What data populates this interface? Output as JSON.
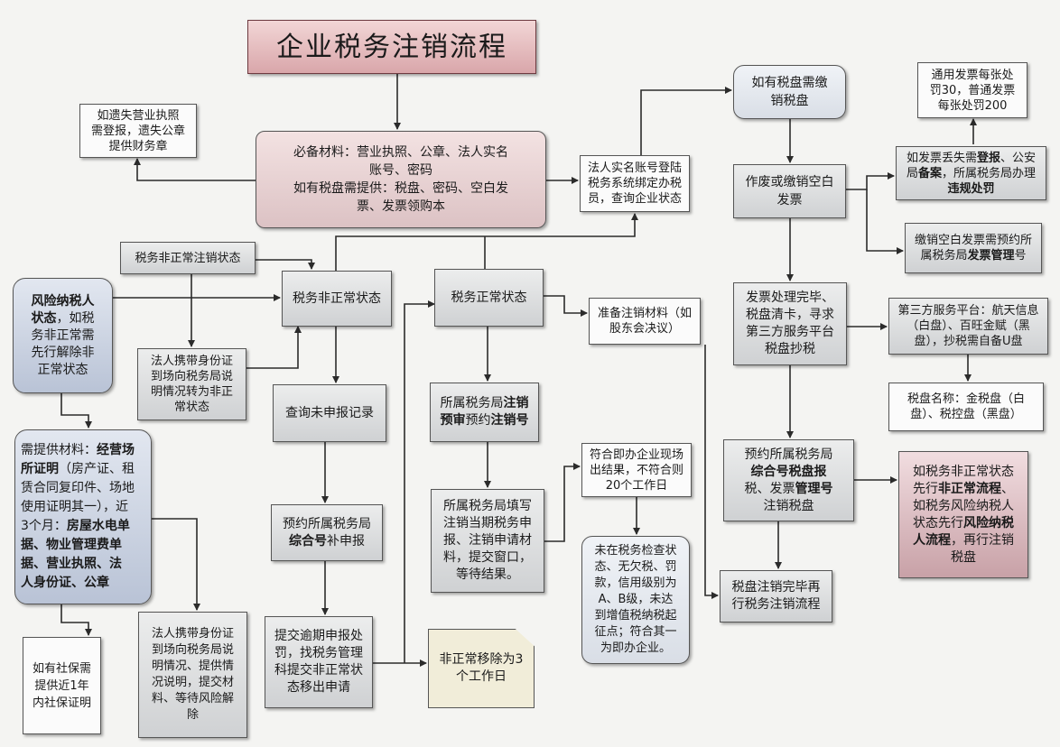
{
  "title": "企业税务注销流程",
  "nodes": {
    "lost_license": "如遗失营业执照\n需登报，遗失公章\n提供财务章",
    "materials": "必备材料：营业执照、公章、法人实名\n账号、密码\n如有税盘需提供：税盘、密码、空白发\n票、发票领购本",
    "login": "法人实名账号登陆\n税务系统绑定办税\n员，查询企业状态",
    "taxdisk_cancel": "如有税盘需缴\n销税盘",
    "fine_invoice": "通用发票每张处\n罚30，普通发票\n每张处罚200",
    "lost_invoice_a": "如发票丢失需",
    "lost_invoice_b": "登报",
    "lost_invoice_c": "、公安\n局",
    "lost_invoice_d": "备案",
    "lost_invoice_e": "，所属税务局办理\n",
    "lost_invoice_f": "违规处罚",
    "void_invoice": "作废或缴销空白\n发票",
    "blank_invoice_a": "缴销空白发票需预约所\n属税务局",
    "blank_invoice_b": "发票管理",
    "blank_invoice_c": "号",
    "abnormal_cancel": "税务非正常注销状态",
    "risk_a": "风险纳税人\n状态",
    "risk_b": "，如税\n务非正常需\n先行解除非\n正常状态",
    "abnormal": "税务非正常状态",
    "normal": "税务正常状态",
    "prepare": "准备注销材料（如\n股东会决议）",
    "invoice_done": "发票处理完毕、\n税盘清卡，寻求\n第三方服务平台\n税盘抄税",
    "third_party": "第三方服务平台：航天信息\n（白盘）、百旺金赋（黑\n盘），抄税需自备U盘",
    "legal_id_1": "法人携带身份证\n到场向税务局说\n明情况转为非正\n常状态",
    "query": "查询未申报记录",
    "pre_audit_a": "所属税务局",
    "pre_audit_b": "注销\n预审",
    "pre_audit_c": "预约",
    "pre_audit_d": "注销号",
    "disk_name": "税盘名称：金税盘（白\n盘）、税控盘（黑盘）",
    "book_a": "预约所属税务局\n",
    "book_b": "综合号税盘报",
    "book_c": "\n税、发票",
    "book_d": "管理号",
    "book_e": "\n注销税盘",
    "abnormal_first_a": "如税务非正常状态\n先行",
    "abnormal_first_b": "非正常流程",
    "abnormal_first_c": "、\n如税务风险纳税人\n状态先行",
    "abnormal_first_d": "风险纳税\n人流程",
    "abnormal_first_e": "，再行注销\n税盘",
    "provide_a": "需提供材料：",
    "provide_b": "经营场\n所证明",
    "provide_c": "（房产证、租\n赁合同复印件、场地\n使用证明其一），近\n3个月：",
    "provide_d": "房屋水电单\n据、物业管理费单\n据、营业执照、法\n人身份证、公章",
    "instant": "符合即办企业现场\n出结果，不符合则\n20个工作日",
    "fill_form": "所属税务局填写\n注销当期税务申\n报、注销申请材\n料，提交窗口，\n等待结果。",
    "comp_report_a": "预约所属税务局\n",
    "comp_report_b": "综合号",
    "comp_report_c": "补申报",
    "not_audited": "未在税务检查状\n态、无欠税、罚\n款，信用级别为\nA、B级，未达\n到增值税纳税起\n征点；符合其一\n为即办企业。",
    "disk_done": "税盘注销完毕再\n行税务注销流程",
    "social": "如有社保需\n提供近1年\n内社保证明",
    "legal_id_2": "法人携带身份证\n到场向税务局说\n明情况、提供情\n况说明，提交材\n料、等待风险解\n除",
    "overdue": "提交逾期申报处\n罚，找税务管理\n科提交非正常状\n态移出申请",
    "remove": "非正常移除为3\n个工作日"
  },
  "colors": {
    "line": "#2b2b2b",
    "title_border": "#6d3a40"
  }
}
